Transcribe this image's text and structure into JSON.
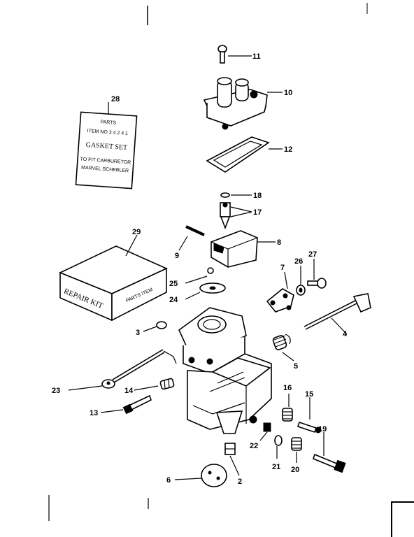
{
  "labels": {
    "l1": "11",
    "l2": "10",
    "l3": "28",
    "l4": "12",
    "l5": "18",
    "l6": "17",
    "l7": "29",
    "l8": "9",
    "l9": "8",
    "l10": "25",
    "l11": "24",
    "l12": "7",
    "l13": "26",
    "l14": "27",
    "l15": "4",
    "l16": "3",
    "l17": "5",
    "l18": "23",
    "l19": "14",
    "l20": "13",
    "l21": "16",
    "l22": "15",
    "l23": "19",
    "l24": "22",
    "l25": "21",
    "l26": "20",
    "l27": "6",
    "l28": "2"
  },
  "gasket_card": {
    "line1": "PARTS",
    "line2": "ITEM NO 3 4 2 4 1",
    "line3": "GASKET SET",
    "line4": "TO FIT CARBURETOR",
    "line5": "MARVEL SCHEBLER"
  },
  "repair_kit": {
    "front": "REPAIR KIT",
    "side": "PARTS ITEM"
  }
}
